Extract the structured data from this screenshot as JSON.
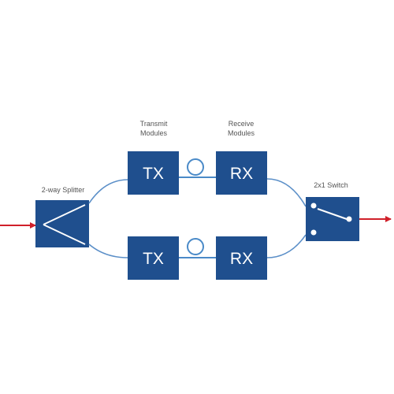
{
  "labels": {
    "transmit_line1": "Transmit",
    "transmit_line2": "Modules",
    "receive_line1": "Receive",
    "receive_line2": "Modules",
    "splitter": "2-way Splitter",
    "switch": "2x1 Switch"
  },
  "modules": {
    "tx_top": "TX",
    "rx_top": "RX",
    "tx_bottom": "TX",
    "rx_bottom": "RX"
  },
  "colors": {
    "module_fill": "#1f4f8e",
    "wire": "#5b8fc8",
    "signal_arrow": "#d0202a",
    "label_text": "#555555"
  },
  "icons": {
    "fiber_coil": "fiber-loop-icon",
    "switch": "switch-contact-icon"
  }
}
